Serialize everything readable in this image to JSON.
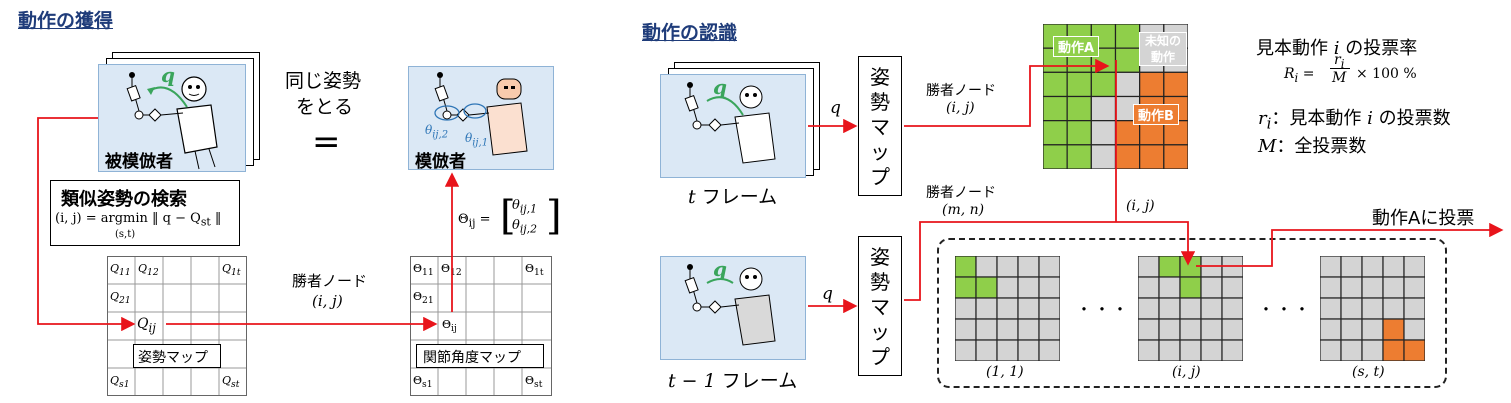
{
  "left": {
    "title": "動作の獲得",
    "imitatee_label": "被模倣者",
    "imitator_label": "模倣者",
    "same_pose_line1": "同じ姿勢",
    "same_pose_line2": "をとる",
    "equals": "=",
    "search_title": "類似姿勢の検索",
    "search_formula": "(i, j) = argmin ‖ q − Q",
    "search_formula_sub": "st",
    "search_formula_end": " ‖",
    "search_under": "(s,t)",
    "q_label": "q",
    "pose_map_label": "姿勢マップ",
    "joint_map_label": "関節角度マップ",
    "winner_label": "勝者ノード",
    "winner_coords": "(i,  j)",
    "theta_formula": "Θ",
    "theta_sub": "ij",
    "theta_row1": "θ",
    "theta_row1_sub": "ij,1",
    "theta_row2": "θ",
    "theta_row2_sub": "ij,2",
    "theta_fig1": "θij,2",
    "theta_fig2": "θij,1",
    "pose_cells": [
      "Q11",
      "Q12",
      "Q1t",
      "Q21",
      "Qij",
      "Qs1",
      "Qst"
    ],
    "joint_cells": [
      "Θ11",
      "Θ12",
      "Θ1t",
      "Θ21",
      "Θij",
      "Θs1",
      "Θst"
    ]
  },
  "right": {
    "title": "動作の認識",
    "frame_t": "t",
    "frame_t1": "t − 1",
    "frame_word": "フレーム",
    "q_label": "q",
    "pose_map_chars": [
      "姿",
      "勢",
      "マ",
      "ッ",
      "プ"
    ],
    "winner_label": "勝者ノード",
    "winner_ij": "(i,  j)",
    "winner_mn": "(m,  n)",
    "ij_mid": "(i,  j)",
    "action_a": "動作A",
    "action_b": "動作B",
    "unknown_line1": "未知の",
    "unknown_line2": "動作",
    "vote_title": "見本動作 i の投票率",
    "vote_formula": "R",
    "vote_formula_rest": " = r",
    "vote_formula_M": "M",
    "vote_formula_tail": "× 100 %",
    "ri_def": "：見本動作 i の投票数",
    "m_def": "：全投票数",
    "vote_result": "動作Aに投票",
    "ellipsis": "・・・",
    "map_labels": [
      "(1,  1)",
      "(i,  j)",
      "(s,  t)"
    ]
  },
  "colors": {
    "arrow_red": "#e8141b",
    "green": "#8fcf4a",
    "orange": "#ed7d31",
    "gray": "#d4d4d4",
    "card_blue": "#dbe8f5",
    "title_blue": "#1f3c7a"
  }
}
